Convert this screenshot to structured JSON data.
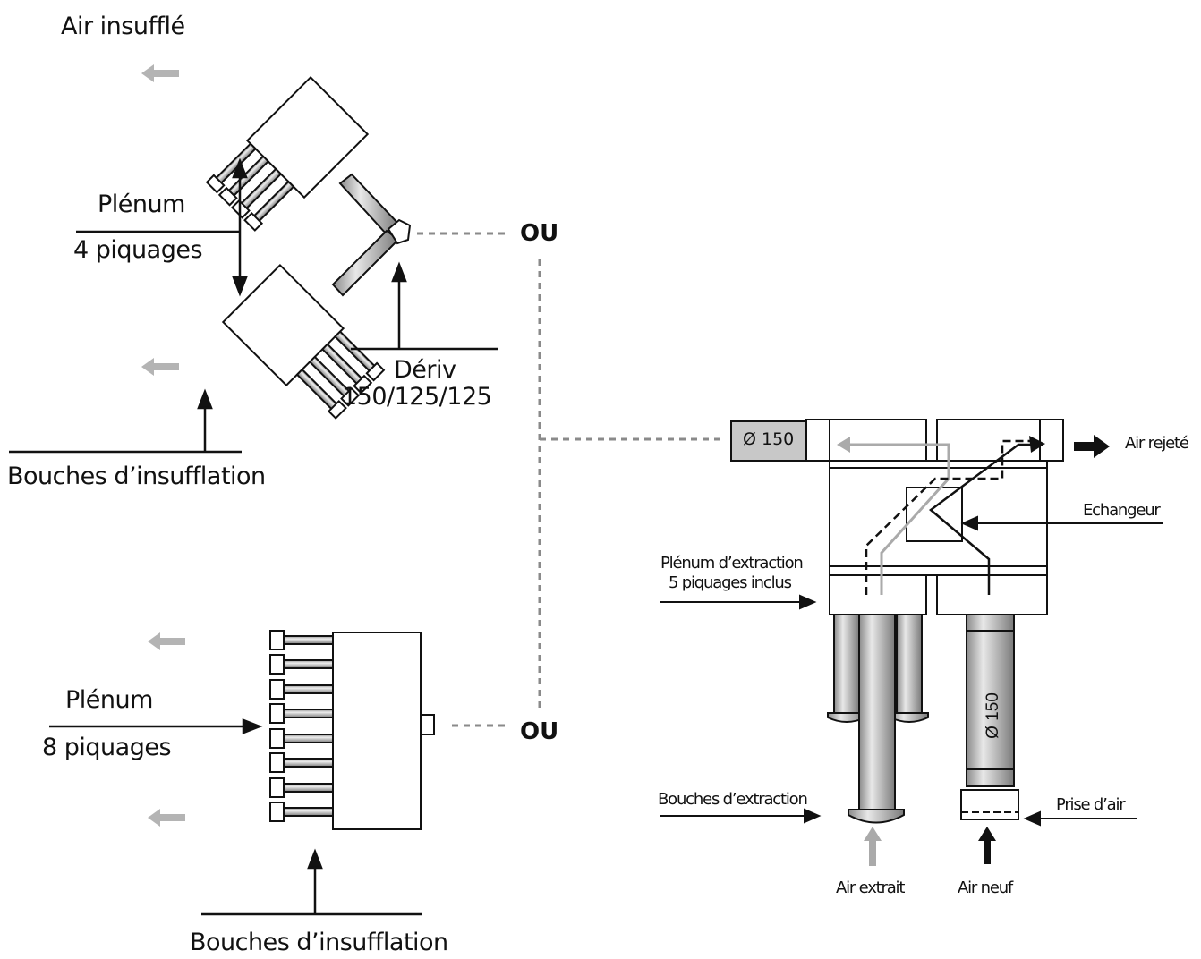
{
  "labels": {
    "air_insuffle": "Air insufflé",
    "plenum_top": "Plénum",
    "piquages4": "4 piquages",
    "deriv": "Dériv",
    "deriv_sizes": "150/125/125",
    "bouches_insufflation_top": "Bouches d’insufflation",
    "plenum_bottom": "Plénum",
    "piquages8": "8 piquages",
    "bouches_insufflation_bottom": "Bouches d’insufflation",
    "ou_top": "OU",
    "ou_bottom": "OU",
    "diam_150_top": "Ø 150",
    "diam_150_vertical": "Ø 150",
    "air_rejete": "Air rejeté",
    "echangeur": "Echangeur",
    "plenum_extraction": "Plénum d’extraction",
    "piquages5": "5 piquages inclus",
    "bouches_extraction": "Bouches d’extraction",
    "prise_air": "Prise d’air",
    "air_extrait": "Air extrait",
    "air_neuf": "Air neuf"
  },
  "colors": {
    "line": "#111111",
    "gray_arrow": "#b4b4b4",
    "duct_fill": "#c8c8c8",
    "dotted": "#8a8a8a"
  }
}
